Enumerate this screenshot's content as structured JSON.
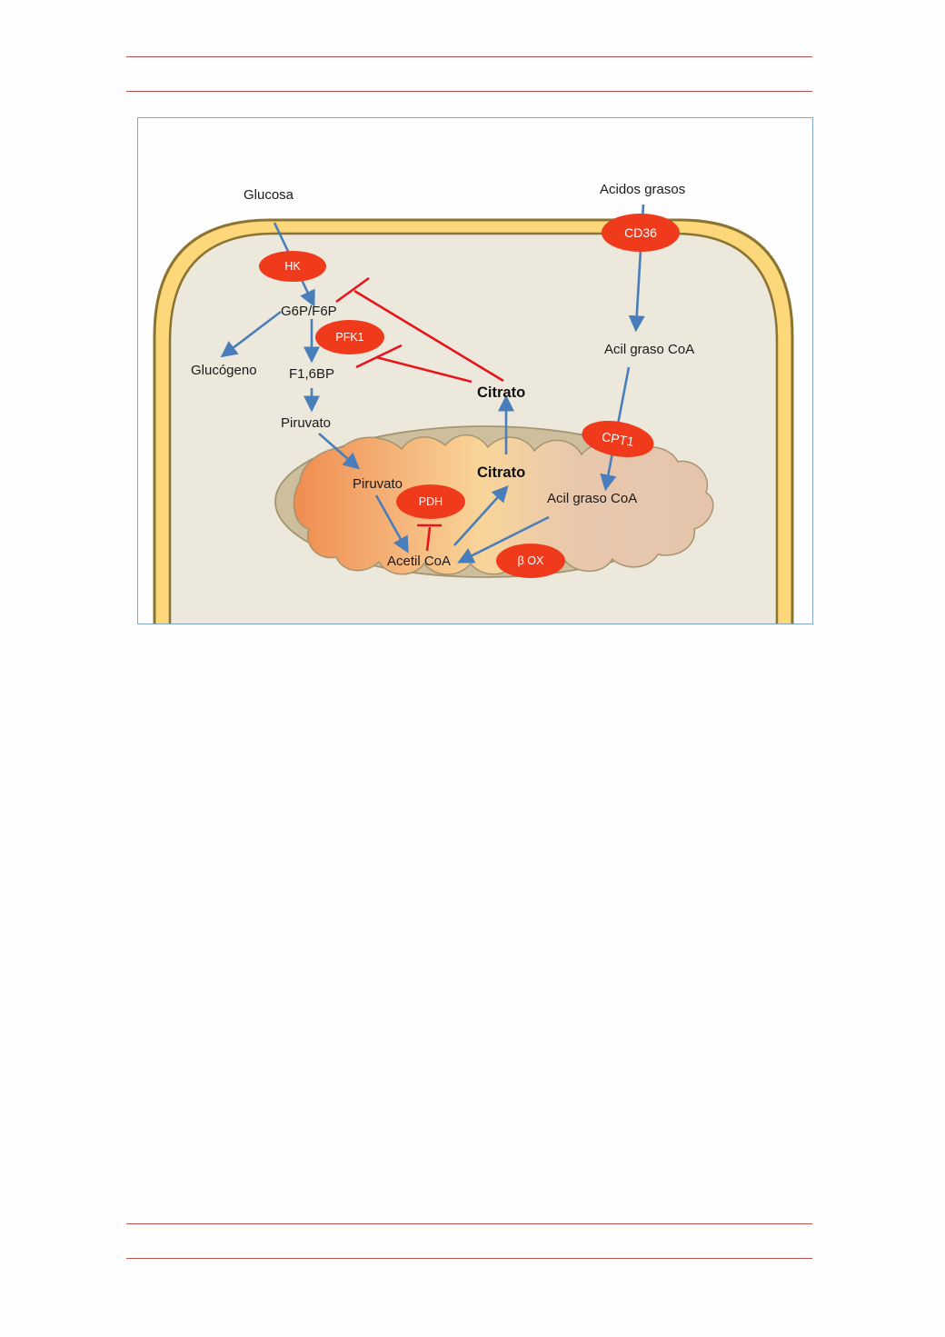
{
  "diagram": {
    "metabolites": {
      "glucosa": "Glucosa",
      "acidos_grasos": "Acidos grasos",
      "g6p_f6p": "G6P/F6P",
      "glucogeno": "Glucógeno",
      "f16bp": "F1,6BP",
      "piruvato_cyto": "Piruvato",
      "citrato_cyto": "Citrato",
      "acil_graso_coa_cyto": "Acil graso CoA",
      "piruvato_mito": "Piruvato",
      "citrato_mito": "Citrato",
      "acil_graso_coa_mito": "Acil graso CoA",
      "acetil_coa": "Acetil CoA"
    },
    "enzymes": {
      "hk": "HK",
      "pfk1": "PFK1",
      "cd36": "CD36",
      "cpt1": "CPT1",
      "pdh": "PDH",
      "beta_ox": "β OX"
    },
    "colors": {
      "enzyme_fill": "#ef3a1c",
      "activation_arrow": "#4a7ebb",
      "inhibition_line": "#e8141c",
      "membrane": "#fcd87a",
      "membrane_outline": "#8b7331",
      "cytoplasm": "#ede8dc",
      "mitochondrion_outer": "#cdbf9e",
      "page_rules": "#c0504d",
      "figure_border": "#7ea6d3"
    }
  }
}
